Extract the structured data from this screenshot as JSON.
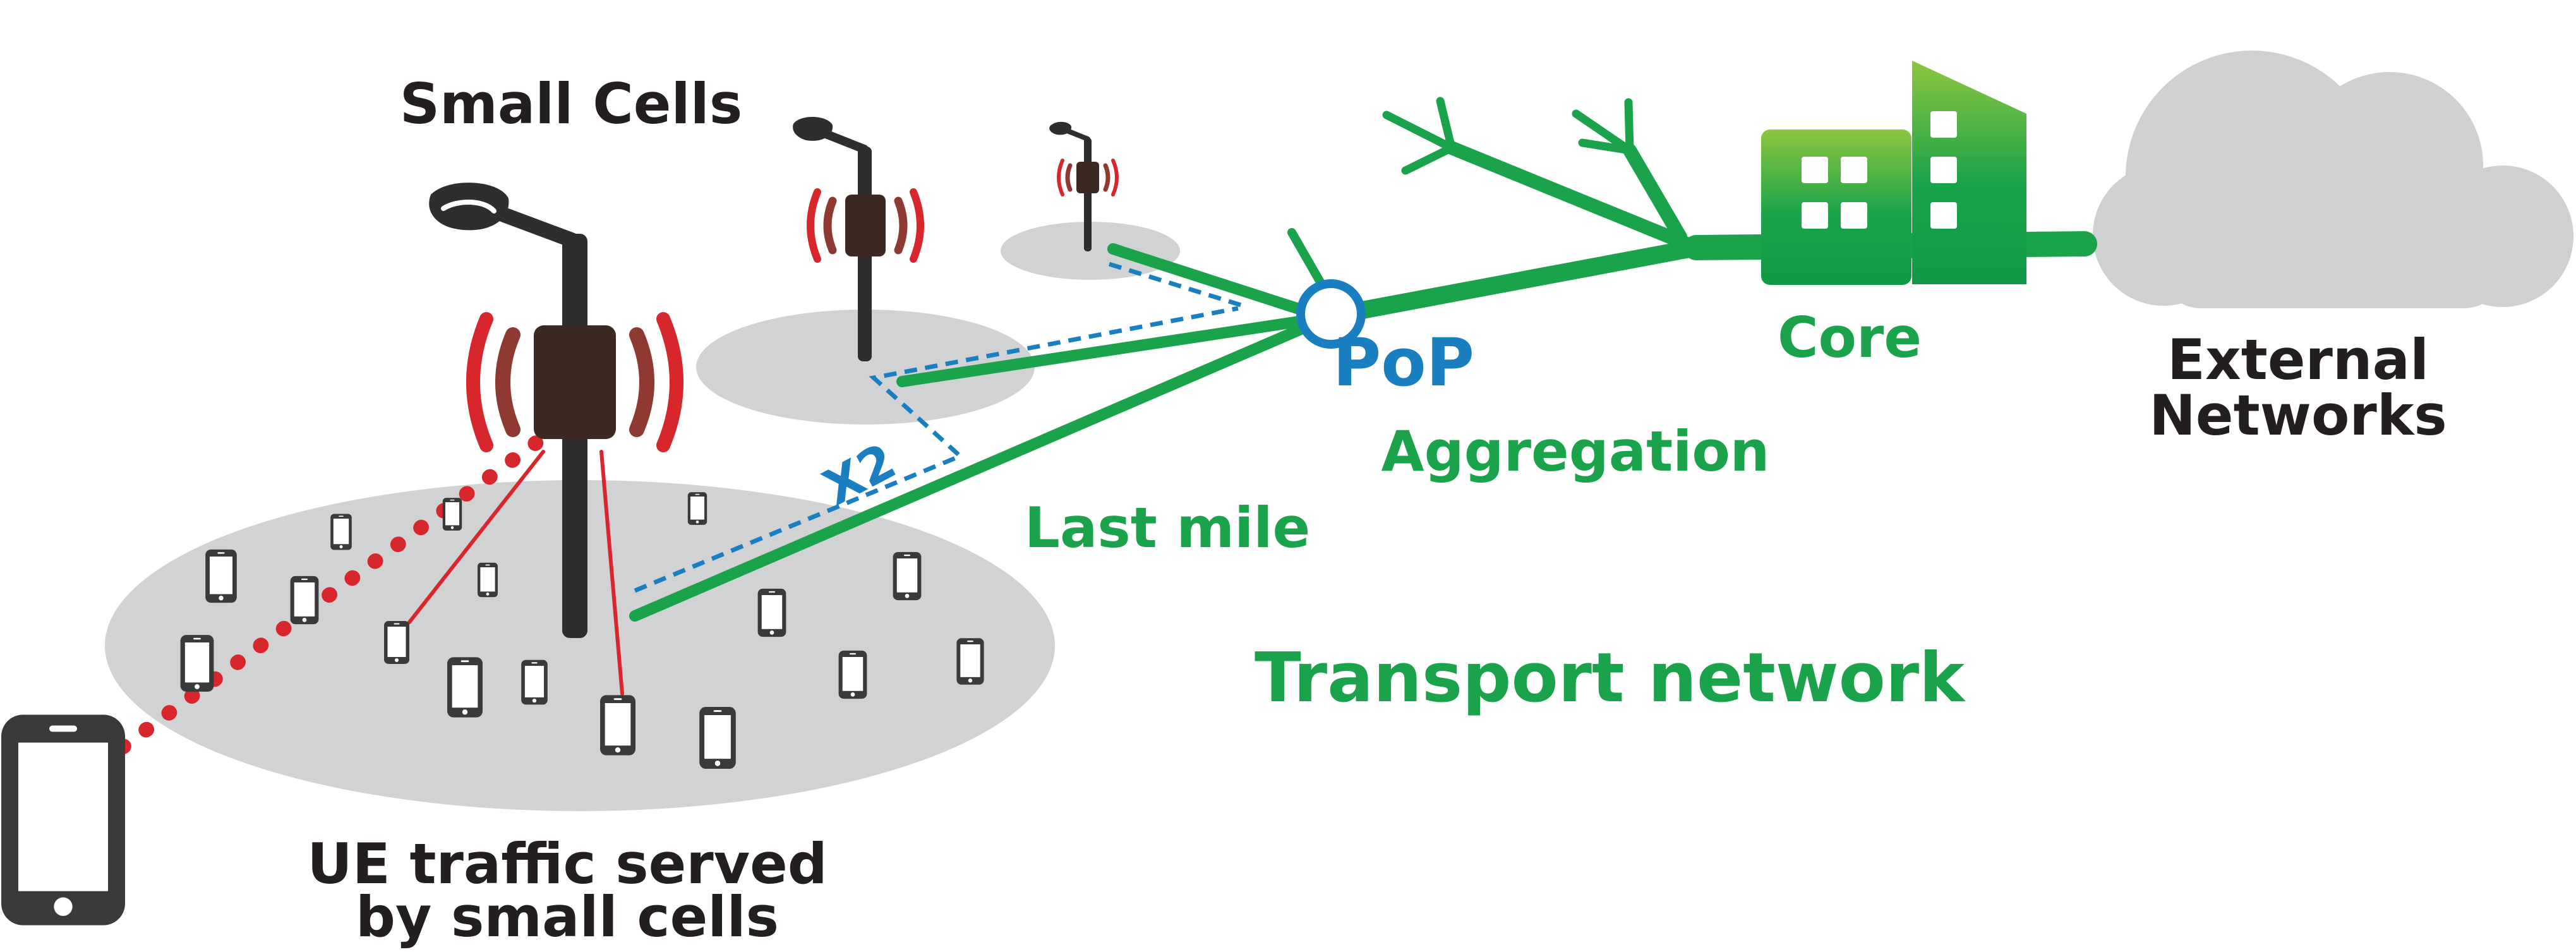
{
  "labels": {
    "small_cells": "Small Cells",
    "ue_traffic_line1": "UE traffic served",
    "ue_traffic_line2": "by small cells",
    "x2": "X2",
    "last_mile": "Last mile",
    "pop": "PoP",
    "aggregation": "Aggregation",
    "transport_network": "Transport network",
    "core": "Core",
    "external_networks_line1": "External",
    "external_networks_line2": "Networks"
  },
  "colors": {
    "transport_green": "#1aa34a",
    "pop_blue": "#1a7fc1",
    "radio_red": "#d7262c",
    "radio_dark_red": "#8e3a33",
    "device_dark": "#3a3a3a",
    "coverage_gray": "#d1d2d4",
    "cloud_gray": "#cfd0d2",
    "text_dark": "#231f20"
  },
  "icons": [
    "street-lamp-icon",
    "radio-waves-icon",
    "smartphone-icon",
    "building-icon",
    "cloud-icon",
    "pop-node-icon"
  ]
}
